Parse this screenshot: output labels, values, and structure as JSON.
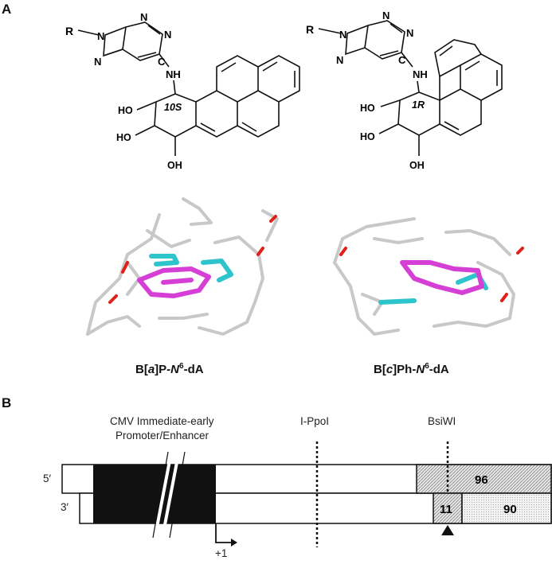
{
  "panel_a": {
    "letter": "A",
    "left_structure": {
      "R": "R",
      "N9": "N",
      "N1": "N",
      "N3": "N",
      "N7": "N",
      "C6": "C",
      "NH": "NH",
      "stereo": "10S",
      "oh1": "HO",
      "oh2": "HO",
      "oh3": "OH"
    },
    "right_structure": {
      "R": "R",
      "N9": "N",
      "N1": "N",
      "N3": "N",
      "N7": "N",
      "C6": "C",
      "NH": "NH",
      "stereo": "1R",
      "oh1": "HO",
      "oh2": "HO",
      "oh3": "OH"
    },
    "caption_left": {
      "prefix": "B[",
      "italic": "a",
      "mid": "]P-",
      "n": "N",
      "sup": "6",
      "suffix": "-dA"
    },
    "caption_right": {
      "prefix": "B[",
      "italic": "c",
      "mid": "]Ph-",
      "n": "N",
      "sup": "6",
      "suffix": "-dA"
    },
    "colors": {
      "magenta": "#d63fd6",
      "cyan": "#2ec4cc",
      "red": "#e0201a",
      "gray": "#c8c8c8"
    }
  },
  "panel_b": {
    "letter": "B",
    "promoter_label_1": "CMV Immediate-early",
    "promoter_label_2": "Promoter/Enhancer",
    "site1": "I-PpoI",
    "site2": "BsiWI",
    "strand5": "5′",
    "strand3": "3′",
    "seg_top": "96",
    "seg_bottom_a": "11",
    "seg_bottom_b": "90",
    "tss": "+1"
  }
}
